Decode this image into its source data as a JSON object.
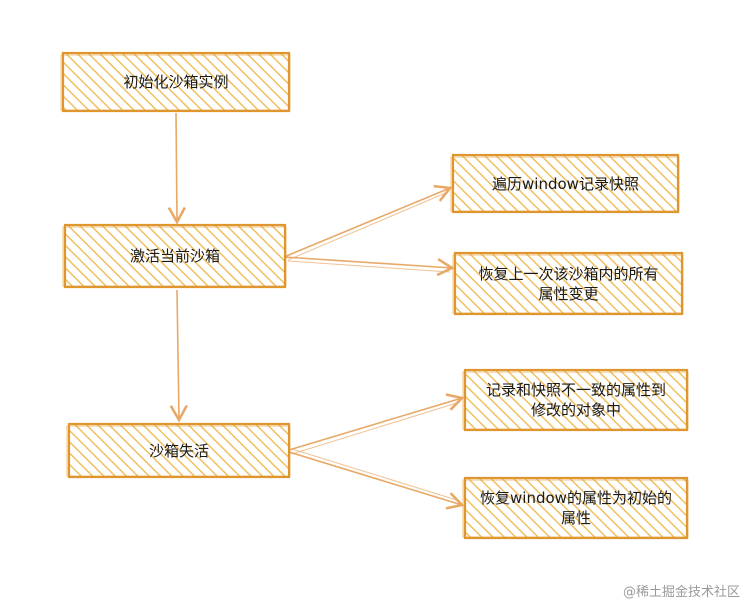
{
  "colors": {
    "border": "#e0962e",
    "hatch": "#f0c060",
    "arrow": "#e8a866",
    "text": "#1a1a1a"
  },
  "nodes": {
    "init": {
      "label": "初始化沙箱实例"
    },
    "activate": {
      "label": "激活当前沙箱"
    },
    "snapshot": {
      "label": "遍历window记录快照"
    },
    "restore": {
      "label": "恢复上一次该沙箱内的所有\n属性变更"
    },
    "deactivate": {
      "label": "沙箱失活"
    },
    "record_diff": {
      "label": "记录和快照不一致的属性到\n修改的对象中"
    },
    "restore_window": {
      "label": "恢复window的属性为初始的\n属性"
    }
  },
  "watermark": "@稀土掘金技术社区"
}
